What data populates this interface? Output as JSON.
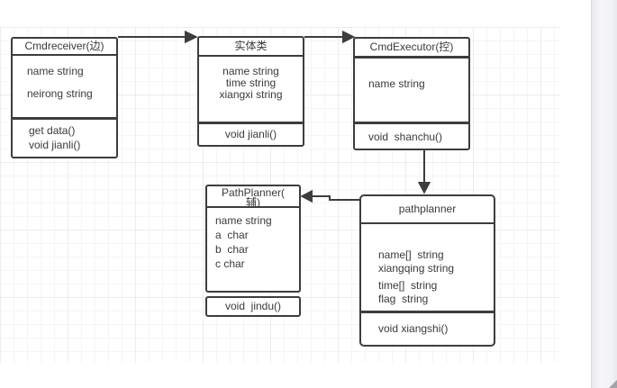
{
  "colors": {
    "border": "#3d3d3d",
    "text": "#3a3a3a",
    "grid_line": "#f0f0f0",
    "canvas": "#ffffff",
    "scrollbar_track": "#f2f3f5"
  },
  "classes": [
    {
      "id": "cmdreceiver",
      "title": "Cmdreceiver(边)",
      "attributes": [
        "name string",
        "neirong string"
      ],
      "methods": [
        "get data()",
        "void jianli()"
      ]
    },
    {
      "id": "shitilei",
      "title": "实体类",
      "attributes": [
        "name string",
        "time string",
        "xiangxi string"
      ],
      "methods": [
        "void jianli()"
      ]
    },
    {
      "id": "cmdexecutor",
      "title": "CmdExecutor(控)",
      "attributes": [
        "name string"
      ],
      "methods": [
        "void  shanchu()"
      ]
    },
    {
      "id": "pathplanner-fu",
      "title": "PathPlanner(辅)",
      "title_wrap": [
        "PathPlanner(",
        "辅)"
      ],
      "attributes": [
        "name string",
        "a  char",
        "b  char",
        "c char"
      ],
      "methods": [
        "void  jindu()"
      ]
    },
    {
      "id": "pathplanner",
      "title": "pathplanner",
      "attributes": [
        "name[]  string",
        "xiangqing string",
        "time[]  string",
        "flag  string"
      ],
      "methods": [
        "void xiangshi()"
      ]
    }
  ],
  "connectors": [
    {
      "from": "Cmdreceiver(边)",
      "to": "实体类",
      "direction": "right"
    },
    {
      "from": "实体类",
      "to": "CmdExecutor(控)",
      "direction": "right"
    },
    {
      "from": "CmdExecutor(控)",
      "to": "pathplanner",
      "direction": "down"
    },
    {
      "from": "pathplanner",
      "to": "PathPlanner(辅)",
      "direction": "left"
    }
  ]
}
